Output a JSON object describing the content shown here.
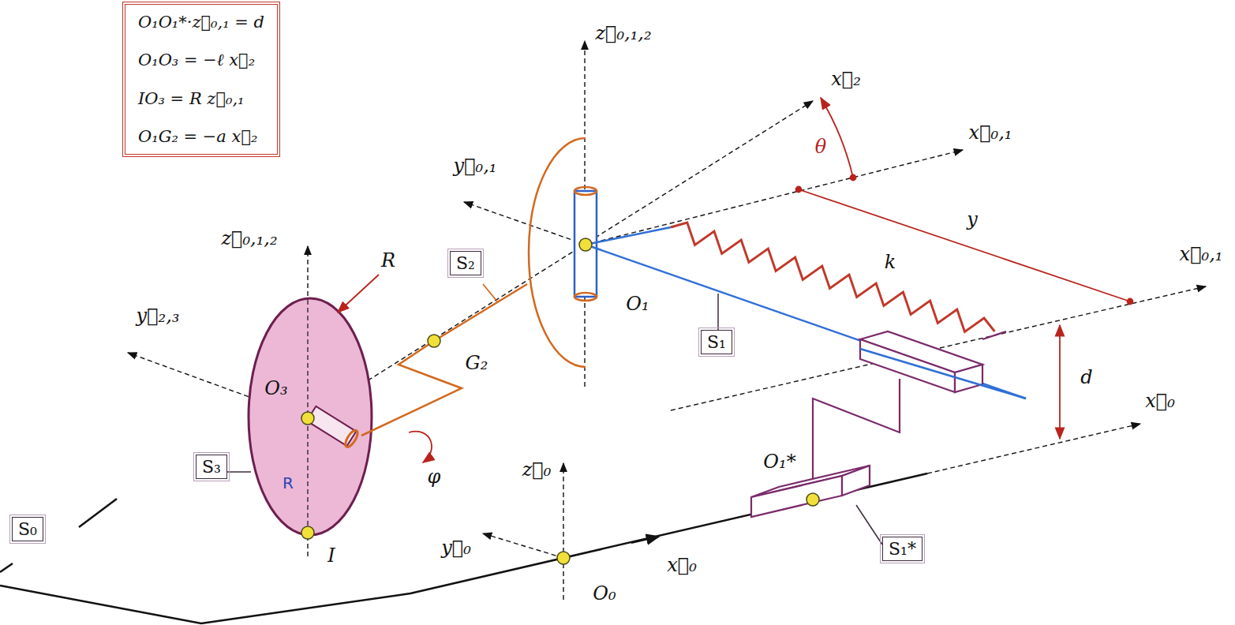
{
  "diagram": {
    "nodes": [
      {
        "text": [
          "O₁O₁*·z⃗₀,₁ = d",
          "O₁O₃ = −ℓ x⃗₂",
          "IO₃ = R z⃗₀,₁",
          "O₁G₂ = −a x⃗₂"
        ]
      },
      {
        "text": [
          "S₂"
        ]
      },
      {
        "text": [
          "S₁"
        ]
      },
      {
        "text": [
          "S₃"
        ]
      },
      {
        "text": [
          "S₀"
        ]
      },
      {
        "text": [
          "S₁*"
        ]
      }
    ],
    "labels": [
      "z⃗₀,₁,₂",
      "x⃗₂",
      "θ",
      "x⃗₀,₁",
      "y⃗₀,₁",
      "y",
      "x⃗₀,₁",
      "k",
      "O₁",
      "z⃗₀,₁,₂",
      "R",
      "y⃗₂,₃",
      "G₂",
      "O₃",
      "d",
      "x⃗₀",
      "O₁*",
      "φ",
      "R",
      "z⃗₀",
      "y⃗₀",
      "x⃗₀",
      "O₀",
      "I"
    ]
  }
}
